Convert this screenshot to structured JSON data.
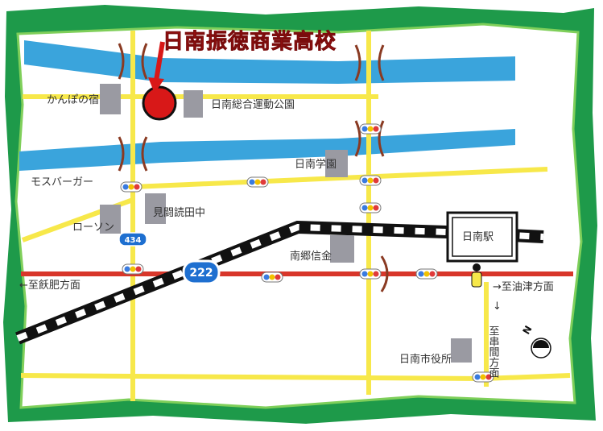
{
  "title": "日南振徳商業高校",
  "labels": {
    "kanpo": "かんぽの宿",
    "park": "日南総合運動公園",
    "gakuen": "日南学園",
    "mos": "モスバーガー",
    "kenseki": "見闘読田中",
    "lawson": "ローソン",
    "nango": "南郷信金",
    "station": "日南駅",
    "cityhall": "日南市役所",
    "to_obi": "←至飫肥方面",
    "to_aburatsu": "→至油津方面",
    "to_kushima_arrow": "↓",
    "to_kushima": "至串間方面"
  },
  "route_signs": {
    "r434": "434",
    "r222": "222"
  },
  "compass": "N",
  "colors": {
    "river": "#3aa4dc",
    "road": "#f7e84a",
    "national_road": "#d8362a",
    "railway": "#111111",
    "border": "#1e9a4a",
    "building": "#9a9aa2",
    "school_marker": "#d81818",
    "route_sign": "#1e6fd0"
  }
}
